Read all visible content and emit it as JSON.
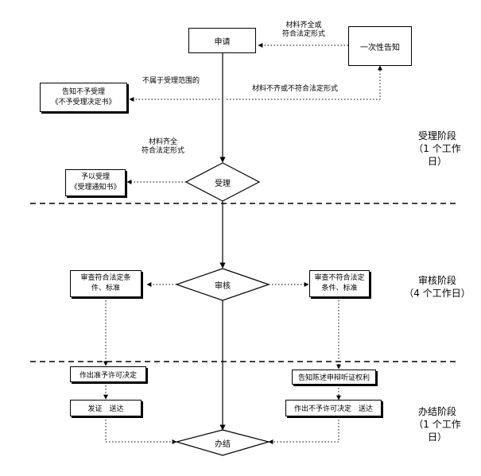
{
  "nodes": {
    "apply": "申请",
    "one_time_notice": "一次性告知",
    "reject_notice": [
      "告知不予受理",
      "《不予受理决定书》"
    ],
    "accept_notice": [
      "予以受理",
      "《受理通知书》"
    ],
    "accept": "受理",
    "review_ok": [
      "审查符合法定条",
      "件、标准"
    ],
    "review": "审核",
    "review_fail": [
      "审查不符合法定",
      "条件、标准"
    ],
    "approve_decision": "作出准予许可决定",
    "hearing_notice": "告知陈述申辩听证权利",
    "issue": "发证　送达",
    "deny_deliver": "作出不予许可决定　送达",
    "finish": "办结"
  },
  "edge_labels": {
    "complete": [
      "材料齐全或",
      "符合法定形式"
    ],
    "out_of_scope": "不属于受理范围的",
    "incomplete": "材料不齐或不符合法定形式",
    "complete_to_accept": [
      "材料齐全",
      "符合法定形式"
    ]
  },
  "stages": [
    {
      "name": "受理阶段",
      "duration": [
        "（1 个工作",
        "日）"
      ]
    },
    {
      "name": "审核阶段",
      "duration": [
        "（4 个工作日）"
      ]
    },
    {
      "name": "办结阶段",
      "duration": [
        "（1 个工作",
        "日）"
      ]
    }
  ]
}
